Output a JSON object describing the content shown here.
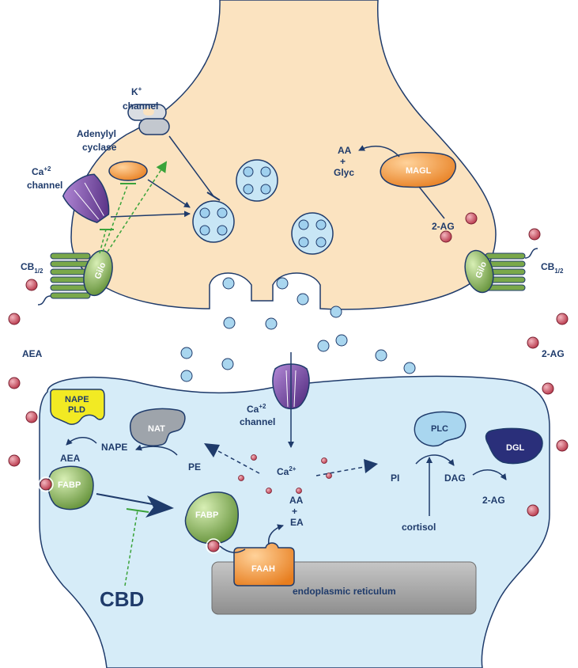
{
  "labels": {
    "k_channel": "K",
    "k_channel_sup": "+",
    "k_channel_2": "channel",
    "adenylyl": "Adenylyl",
    "cyclase": "cyclase",
    "ca_channel_pre": "Ca",
    "ca_channel_pre_sup": "+2",
    "ca_channel_pre_2": "channel",
    "cb_left": "CB",
    "cb_left_sub": "1/2",
    "cb_right": "CB",
    "cb_right_sub": "1/2",
    "gio_left": "Gi/o",
    "gio_right": "Gi/o",
    "aa_glyc_1": "AA",
    "aa_glyc_2": "+",
    "aa_glyc_3": "Glyc",
    "magl": "MAGL",
    "two_ag_pre": "2-AG",
    "aea_left": "AEA",
    "two_ag_right": "2-AG",
    "nape_pld_1": "NAPE",
    "nape_pld_2": "PLD",
    "nat": "NAT",
    "aea_post": "AEA",
    "nape": "NAPE",
    "pe": "PE",
    "ca_channel_post": "Ca",
    "ca_channel_post_sup": "+2",
    "ca_channel_post_2": "channel",
    "ca2_ion": "Ca",
    "ca2_ion_sup": "2+",
    "pi": "PI",
    "plc": "PLC",
    "dag": "DAG",
    "dgl": "DGL",
    "two_ag_post": "2-AG",
    "cortisol": "cortisol",
    "fabp_1": "FABP",
    "fabp_2": "FABP",
    "cbd": "CBD",
    "aa_ea_1": "AA",
    "aa_ea_2": "+",
    "aa_ea_3": "EA",
    "faah": "FAAH",
    "er": "endoplasmic reticulum"
  },
  "colors": {
    "presynaptic": "#fbe3c0",
    "postsynaptic": "#d6ecf8",
    "membrane": "#1f3b6b",
    "vesicle": "#c8e6f5",
    "enzyme_orange": "#f39a3a",
    "enzyme_green": "#7aa84a",
    "channel_purple": "#7b4aa0",
    "nat_gray": "#9ea4ab",
    "plc_blue": "#a9d6ef",
    "dgl_navy": "#2a2f7a",
    "nape_yellow": "#f2ea23",
    "ligand_red": "#c44a5a",
    "er_gray": "#a8a8a8",
    "inhibition_green": "#3aa33a"
  }
}
